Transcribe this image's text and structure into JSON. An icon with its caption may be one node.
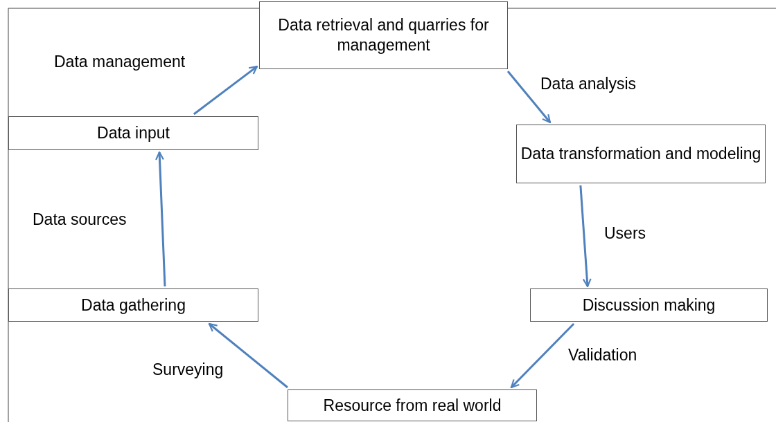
{
  "diagram": {
    "nodes": [
      {
        "text": [
          "Data retrieval and quarries for management"
        ]
      },
      {
        "text": [
          "Data transformation and modeling"
        ]
      },
      {
        "text": [
          "Discussion making"
        ]
      },
      {
        "text": [
          "Resource from real world"
        ]
      },
      {
        "text": [
          "Data gathering"
        ]
      },
      {
        "text": [
          "Data input"
        ]
      }
    ],
    "edges": [
      {
        "from": 5,
        "to": 0,
        "arrow": "to",
        "label": "Data management"
      },
      {
        "from": 0,
        "to": 1,
        "arrow": "to",
        "label": "Data analysis"
      },
      {
        "from": 1,
        "to": 2,
        "arrow": "to",
        "label": "Users"
      },
      {
        "from": 2,
        "to": 3,
        "arrow": "to",
        "label": "Validation"
      },
      {
        "from": 3,
        "to": 4,
        "arrow": "to",
        "label": "Surveying"
      },
      {
        "from": 4,
        "to": 5,
        "arrow": "to",
        "label": "Data sources"
      }
    ]
  }
}
